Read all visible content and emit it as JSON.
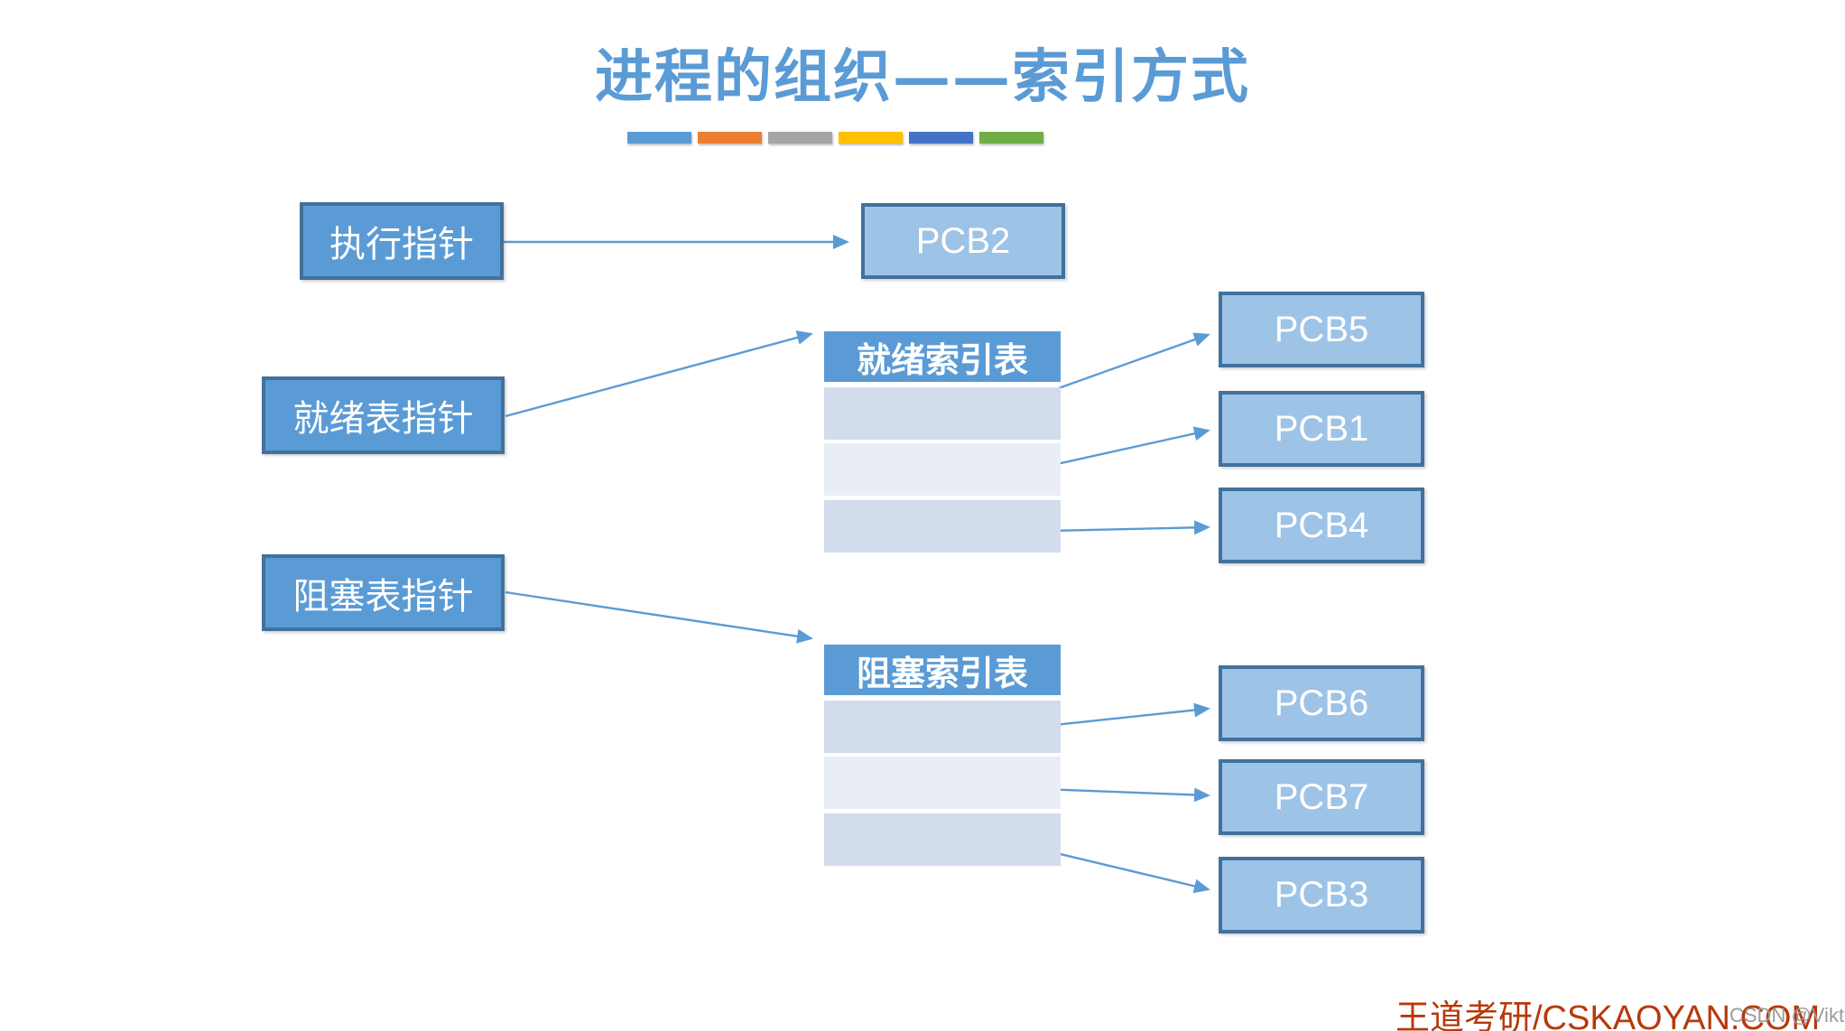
{
  "title": {
    "text": "进程的组织——索引方式"
  },
  "accent_bars": [
    "#5B9BD5",
    "#ED7D31",
    "#A5A5A5",
    "#FFC000",
    "#4472C4",
    "#70AD47"
  ],
  "pointers": {
    "exec": "执行指针",
    "ready": "就绪表指针",
    "blocked": "阻塞表指针"
  },
  "tables": {
    "ready": {
      "header": "就绪索引表",
      "row_count": 3
    },
    "blocked": {
      "header": "阻塞索引表",
      "row_count": 3
    }
  },
  "pcbs": {
    "pcb2": "PCB2",
    "pcb5": "PCB5",
    "pcb1": "PCB1",
    "pcb4": "PCB4",
    "pcb6": "PCB6",
    "pcb7": "PCB7",
    "pcb3": "PCB3"
  },
  "edges": [
    {
      "from": "exec-pointer",
      "to": "pcb2"
    },
    {
      "from": "ready-pointer",
      "to": "ready-index-table"
    },
    {
      "from": "blocked-pointer",
      "to": "blocked-index-table"
    },
    {
      "from": "ready-table-row-1",
      "to": "pcb5"
    },
    {
      "from": "ready-table-row-2",
      "to": "pcb1"
    },
    {
      "from": "ready-table-row-3",
      "to": "pcb4"
    },
    {
      "from": "blocked-table-row-1",
      "to": "pcb6"
    },
    {
      "from": "blocked-table-row-2",
      "to": "pcb7"
    },
    {
      "from": "blocked-table-row-3",
      "to": "pcb3"
    }
  ],
  "footer": {
    "brand": "王道考研/CSKAOYAN.COM",
    "watermark": "CSDN @Viktoriae"
  },
  "colors": {
    "accent": "#5B9BD5",
    "box-border": "#41719C",
    "pcb-fill": "#9DC3E6",
    "row-odd": "#D3DCEC",
    "row-even": "#E9EDF6",
    "title-blue": "#5B9BD5",
    "brand-red": "#B7390B",
    "watermark-gray": "#9B9B9B"
  }
}
